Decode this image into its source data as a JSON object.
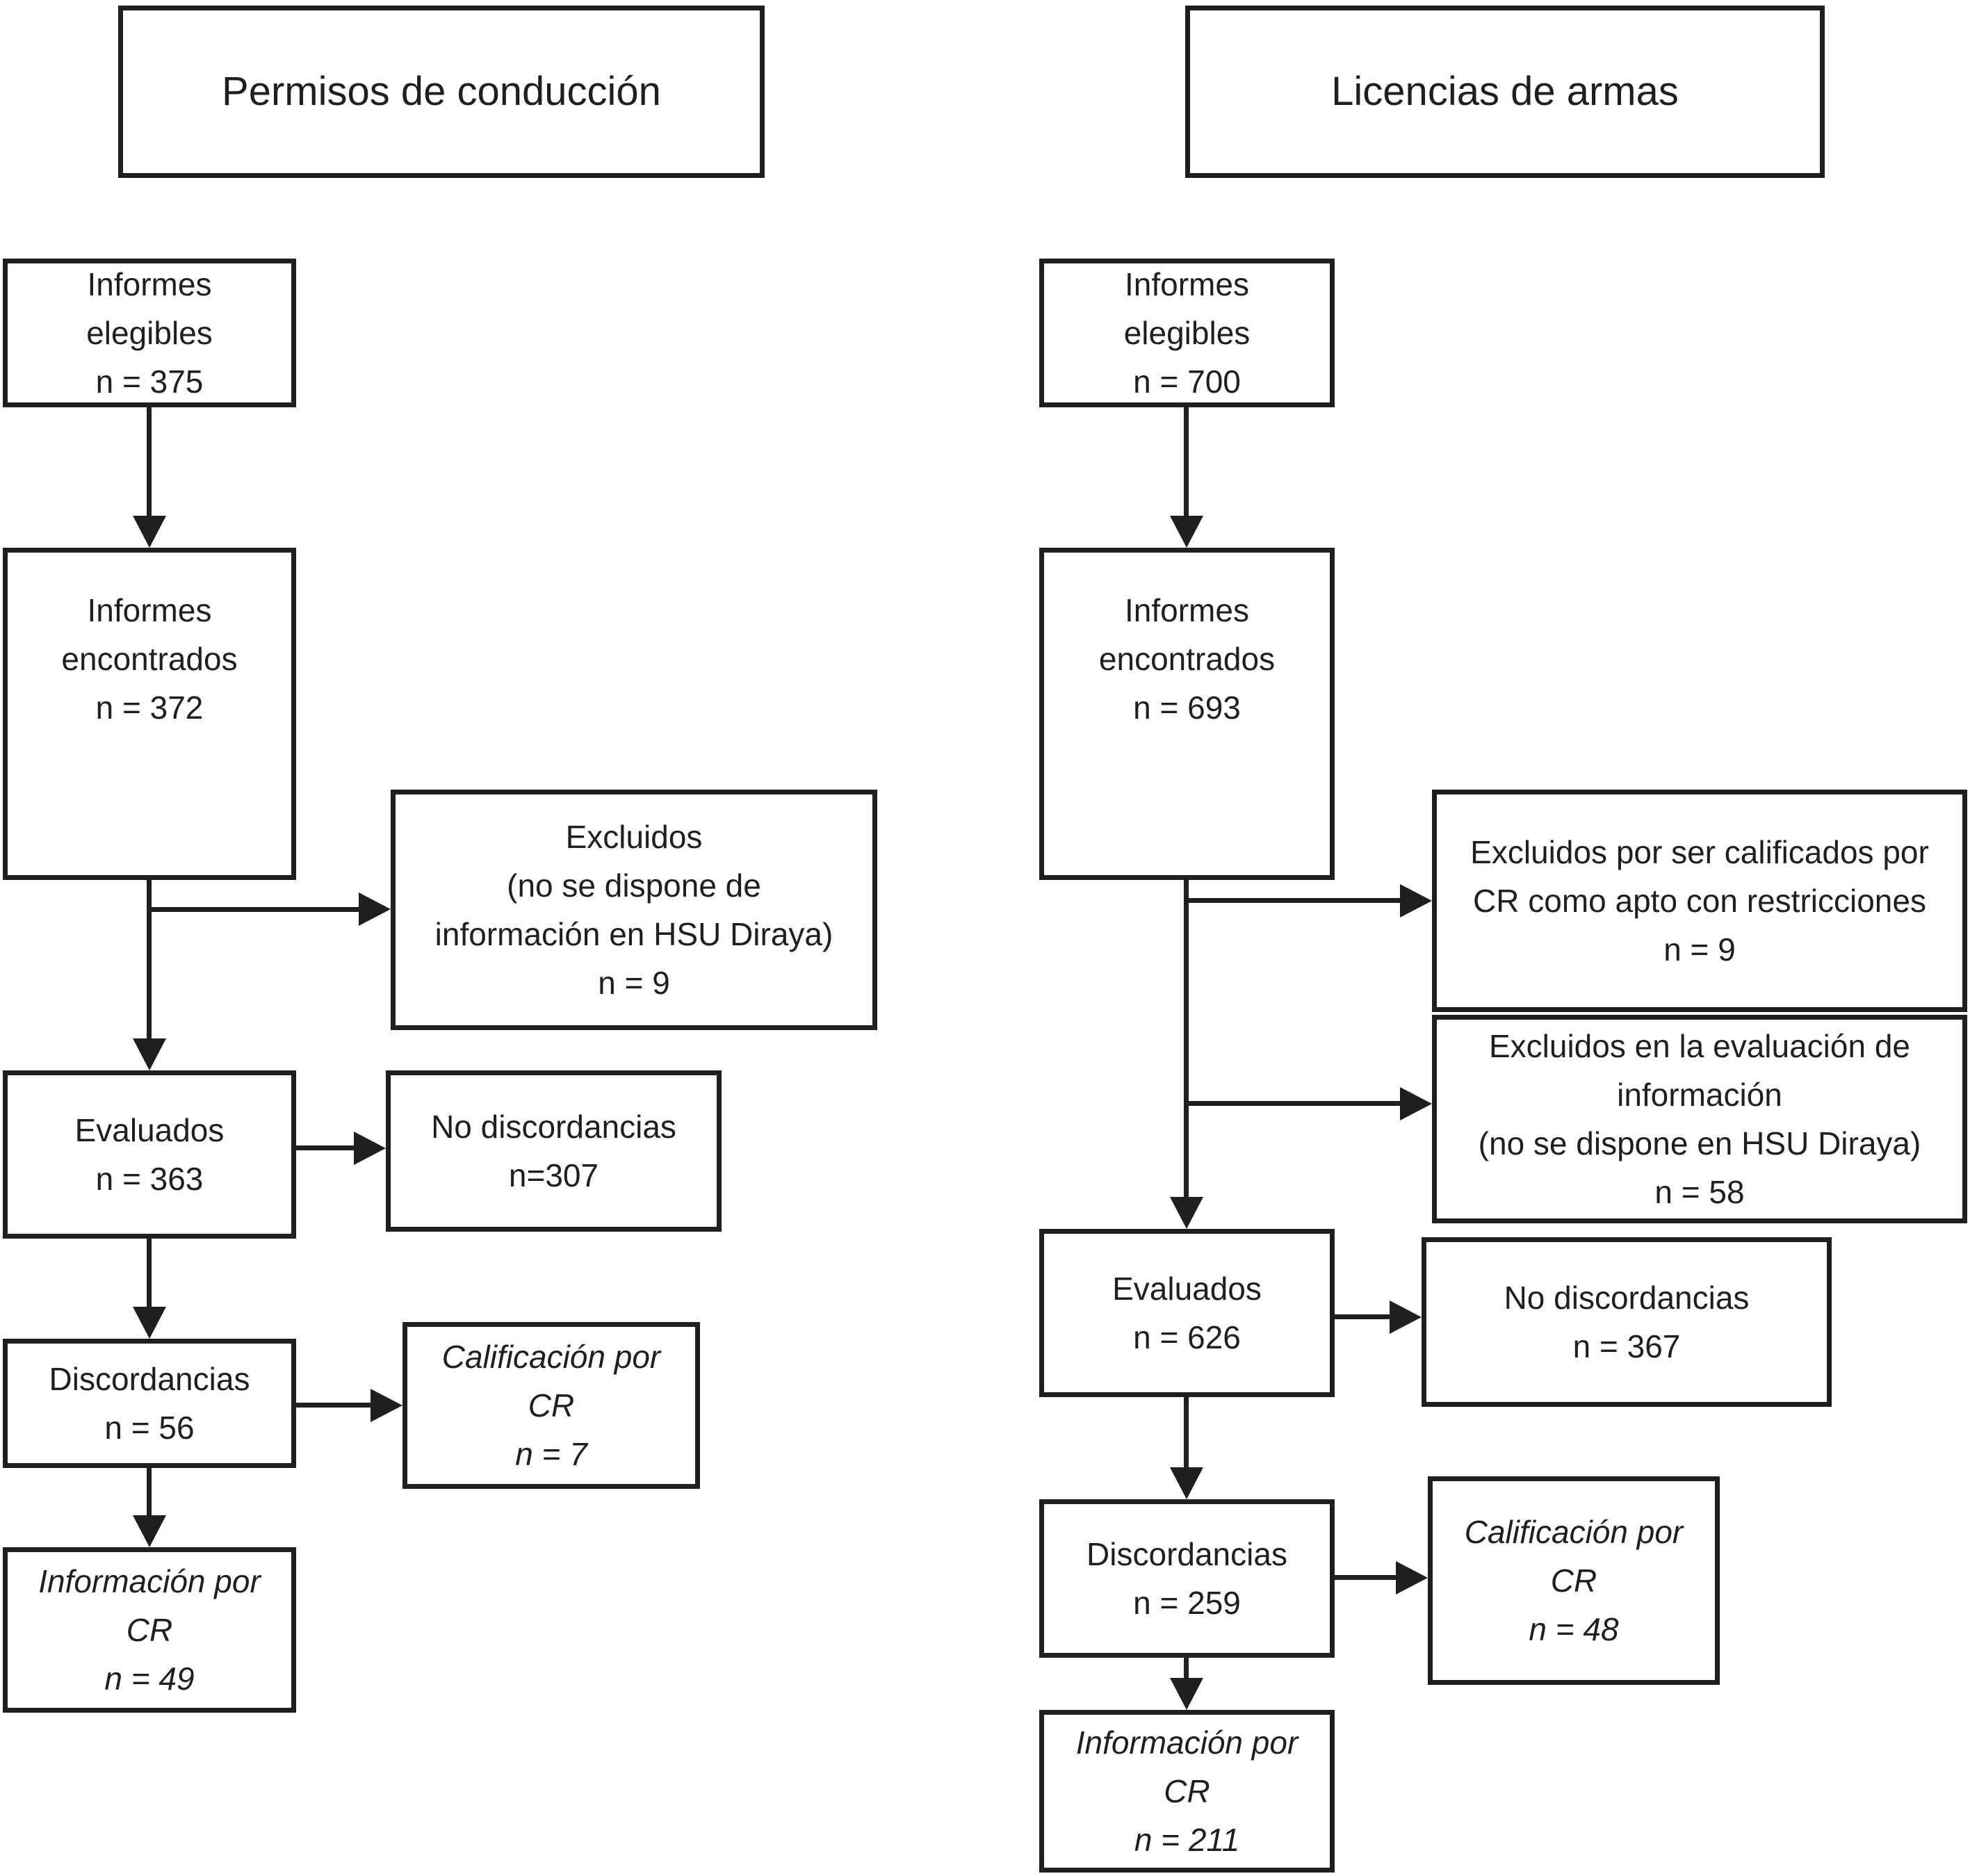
{
  "colors": {
    "ink": "#1f1f1f",
    "background": "#ffffff"
  },
  "columns": [
    {
      "title": "Permisos de conducción",
      "nodes": {
        "eligible": "Informes\nelegibles\nn = 375",
        "found": "Informes\nencontrados\nn = 372",
        "excluded_info": "Excluidos\n(no se dispone de\ninformación en HSU Diraya)\nn = 9",
        "evaluated": "Evaluados\nn = 363",
        "no_discordances": "No discordancias\nn=307",
        "discordances": "Discordancias\nn = 56",
        "cr_rating": "Calificación por\nCR\nn = 7",
        "cr_information": "Información por\nCR\nn = 49"
      }
    },
    {
      "title": "Licencias de armas",
      "nodes": {
        "eligible": "Informes\nelegibles\nn = 700",
        "found": "Informes\nencontrados\nn = 693",
        "excluded_restrictions": "Excluidos por ser calificados por\nCR como apto con restricciones\nn = 9",
        "excluded_info": "Excluidos en la evaluación de\ninformación\n(no se dispone en HSU Diraya)\nn = 58",
        "evaluated": "Evaluados\nn = 626",
        "no_discordances": "No discordancias\nn = 367",
        "discordances": "Discordancias\nn = 259",
        "cr_rating": "Calificación por\nCR\nn = 48",
        "cr_information": "Información por\nCR\nn = 211"
      }
    }
  ]
}
